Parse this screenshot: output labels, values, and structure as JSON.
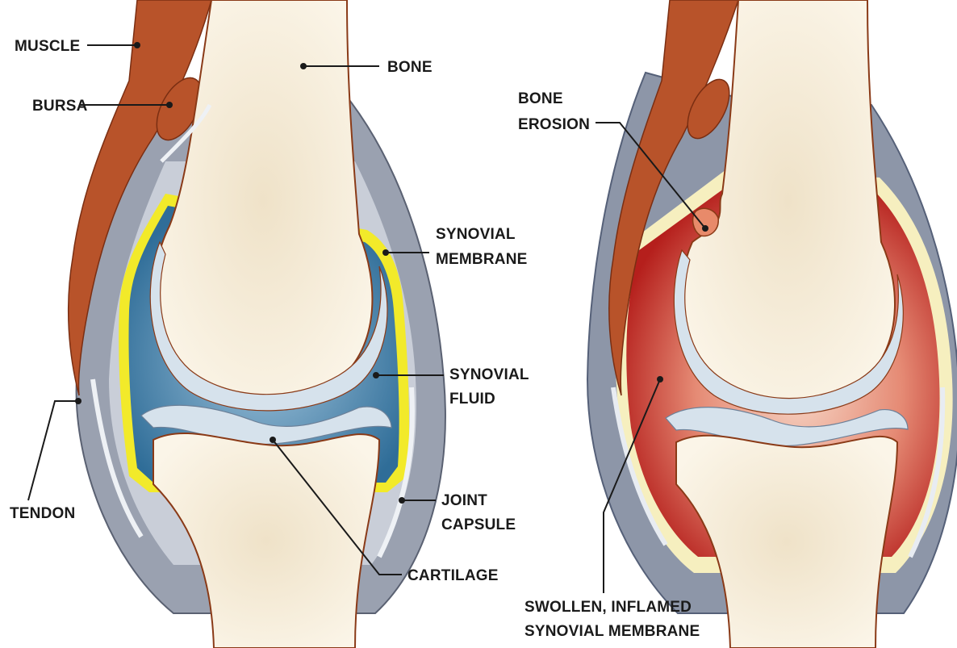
{
  "normal_joint": {
    "labels": {
      "muscle": "MUSCLE",
      "bursa": "BURSA",
      "bone": "BONE",
      "synovial_membrane_line1": "SYNOVIAL",
      "synovial_membrane_line2": "MEMBRANE",
      "synovial_fluid_line1": "SYNOVIAL",
      "synovial_fluid_line2": "FLUID",
      "tendon": "TENDON",
      "joint_capsule_line1": "JOINT",
      "joint_capsule_line2": "CAPSULE",
      "cartilage": "CARTILAGE"
    }
  },
  "arthritic_joint": {
    "labels": {
      "bone_erosion_line1": "BONE",
      "bone_erosion_line2": "EROSION",
      "inflamed_line1": "SWOLLEN, INFLAMED",
      "inflamed_line2": "SYNOVIAL MEMBRANE"
    }
  },
  "colors": {
    "bone": "#f1e6cf",
    "bone_outline": "#8a3a17",
    "muscle": "#b8532a",
    "capsule": "#9aa1b0",
    "synovial_fluid": "#3f7fab",
    "synovial_membrane": "#f2ea2a",
    "cartilage": "#d6e2ec",
    "inflamed": "#c42a25"
  }
}
